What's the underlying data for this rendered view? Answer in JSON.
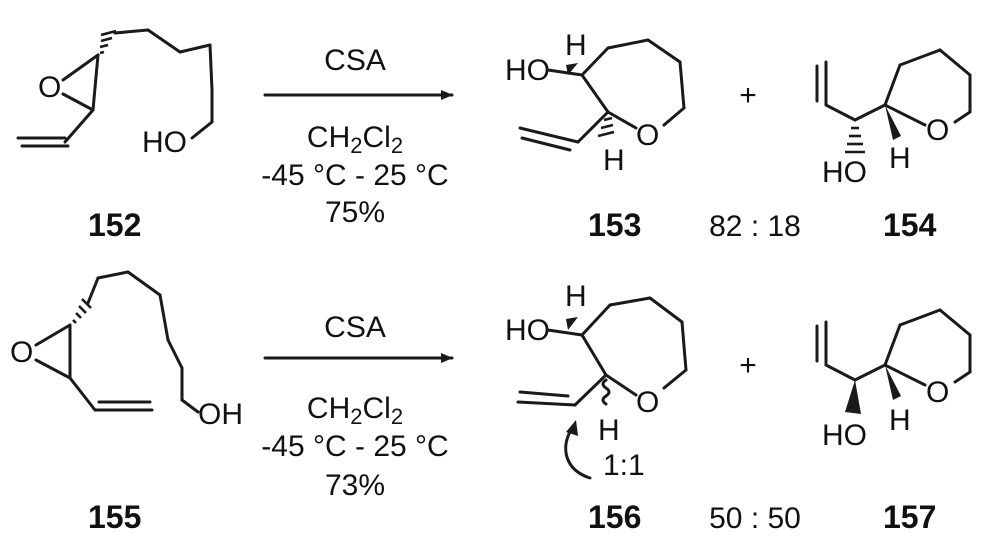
{
  "reactions": [
    {
      "substrate": "152",
      "reagent": "CSA",
      "solvent_main": "CH",
      "solvent_sub1": "2",
      "solvent_cl": "Cl",
      "solvent_sub2": "2",
      "temperature": "-45 °C - 25 °C",
      "yield": "75%",
      "product_major": "153",
      "product_minor": "154",
      "ratio": "82 : 18"
    },
    {
      "substrate": "155",
      "reagent": "CSA",
      "solvent_main": "CH",
      "solvent_sub1": "2",
      "solvent_cl": "Cl",
      "solvent_sub2": "2",
      "temperature": "-45 °C - 25 °C",
      "yield": "73%",
      "product_major": "156",
      "product_minor": "157",
      "ratio": "50 : 50",
      "annotation": "1:1"
    }
  ],
  "atoms": {
    "O": "O",
    "H": "H",
    "HO": "HO",
    "OH": "OH"
  },
  "plus": "+"
}
